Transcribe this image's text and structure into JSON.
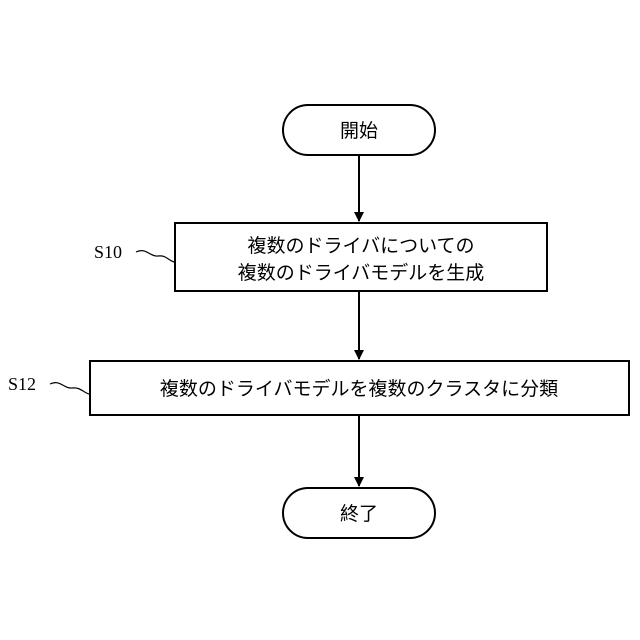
{
  "flowchart": {
    "start": {
      "label": "開始"
    },
    "steps": [
      {
        "id": "S10",
        "lines": [
          "複数のドライバについての",
          "複数のドライバモデルを生成"
        ]
      },
      {
        "id": "S12",
        "lines": [
          "複数のドライバモデルを複数のクラスタに分類"
        ]
      }
    ],
    "end": {
      "label": "終了"
    }
  }
}
